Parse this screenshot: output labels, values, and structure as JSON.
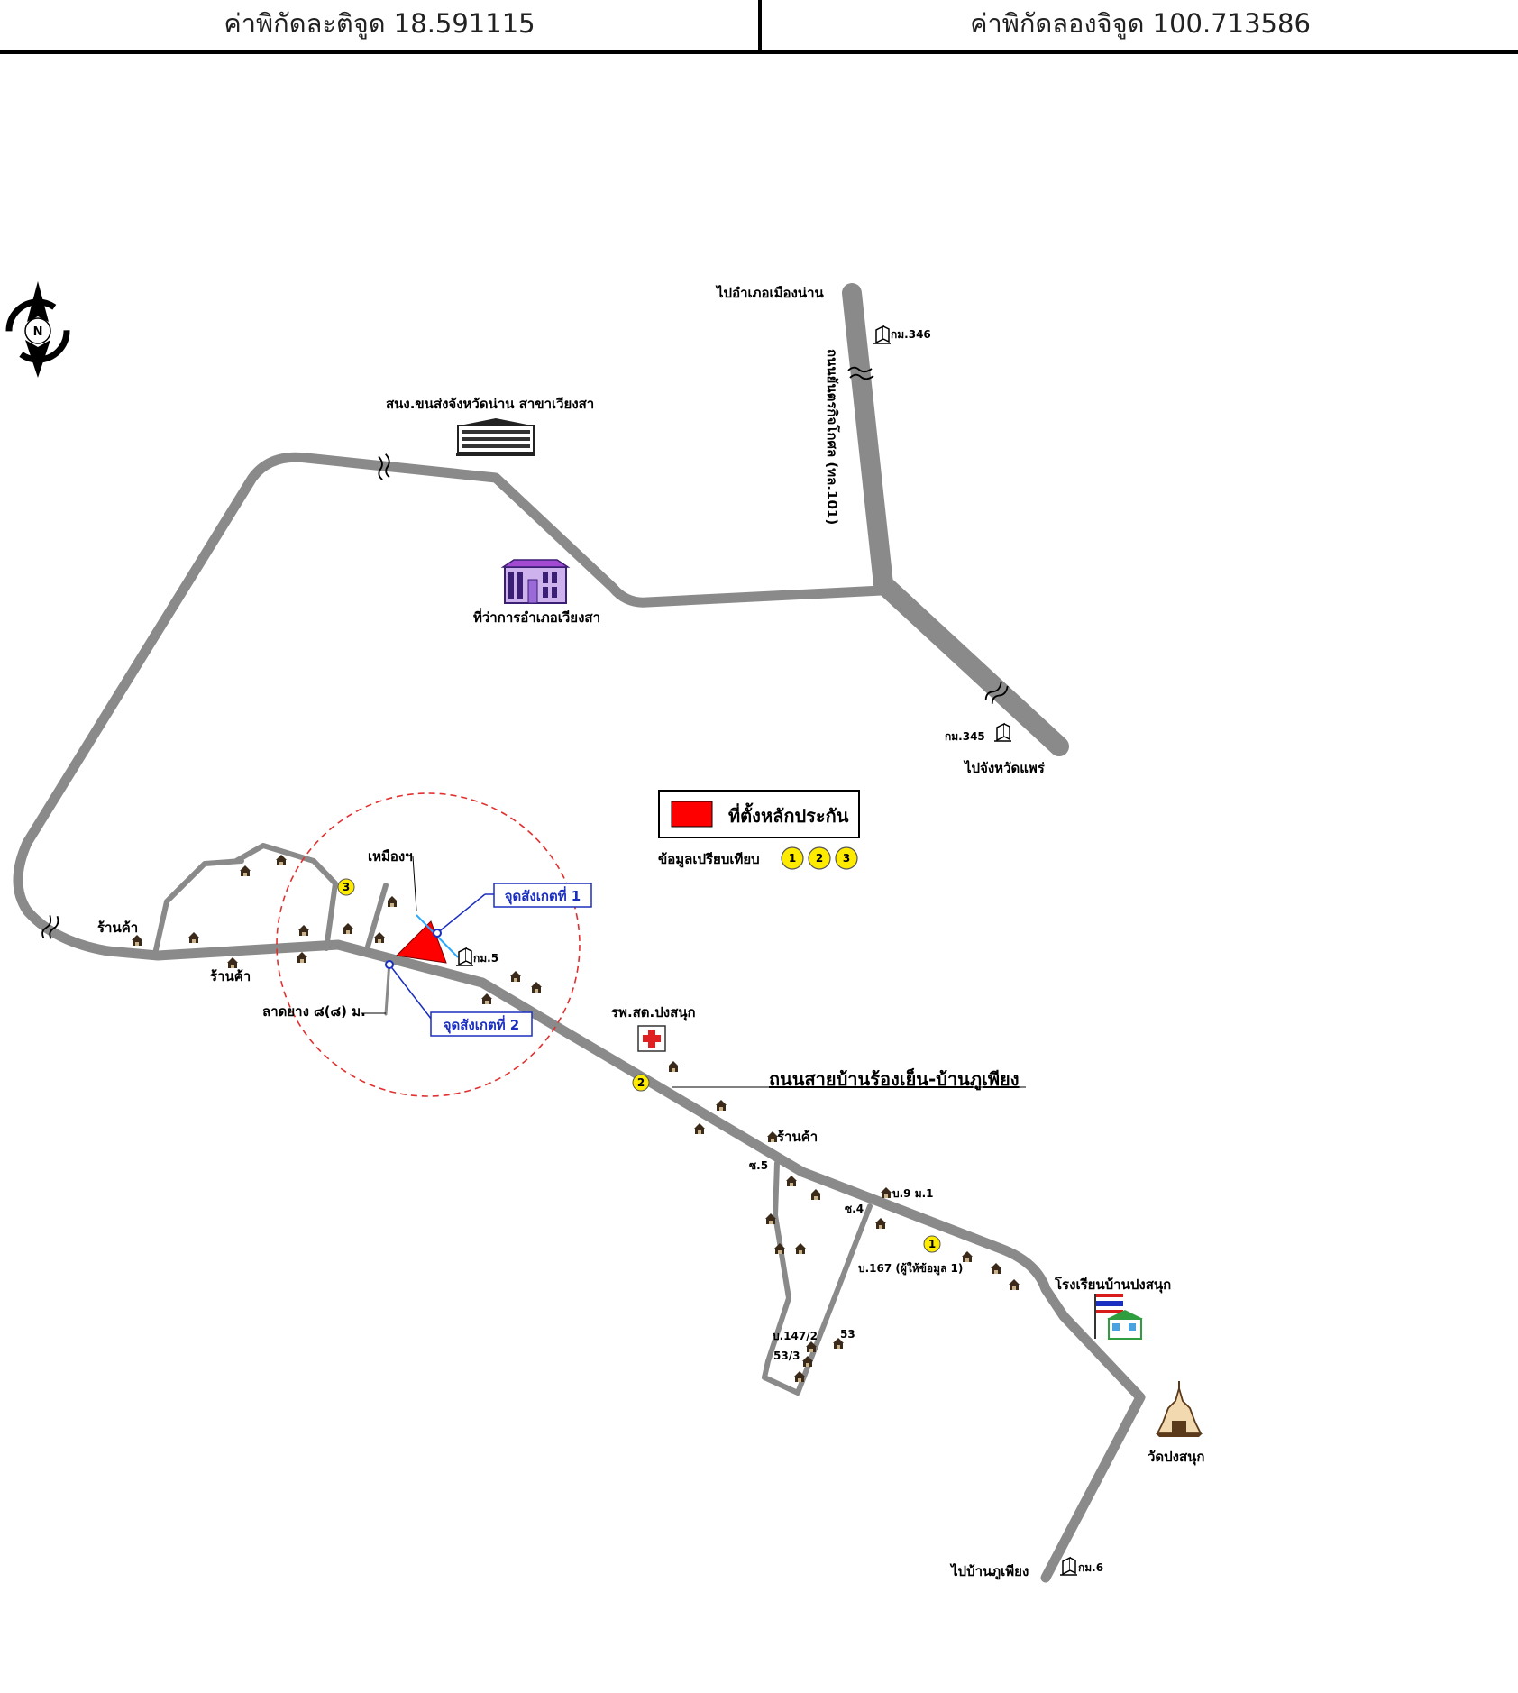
{
  "header": {
    "latitude_label": "ค่าพิกัดละติจูด 18.591115",
    "longitude_label": "ค่าพิกัดลองจิจูด 100.713586"
  },
  "compass": {
    "letter": "N"
  },
  "labels": {
    "to_nan": "ไปอำเภอเมืองน่าน",
    "km346": "กม.346",
    "highway": "ถนนยันตรกิจโกศล (ทล.101)",
    "transport_office": "สนง.ขนส่งจังหวัดน่าน สาขาเวียงสา",
    "district_office": "ที่ว่าการอำเภอเวียงสา",
    "km345": "กม.345",
    "to_phrae": "ไปจังหวัดแพร่",
    "shop1": "ร้านค้า",
    "shop2": "ร้านค้า",
    "shop3": "ร้านค้า",
    "mine": "เหมืองฯ",
    "obs1": "จุดสังเกตที่ 1",
    "obs2": "จุดสังเกตที่ 2",
    "km5": "กม.5",
    "paved": "ลาดยาง ๘(๘) ม.",
    "health": "รพ.สต.ปงสนุก",
    "road_name": "ถนนสายบ้านร้องเย็น-บ้านภูเพียง",
    "soi5": "ซ.5",
    "soi4": "ซ.4",
    "house9": "บ.9 ม.1",
    "house167": "บ.167 (ผู้ให้ข้อมูล 1)",
    "school": "โรงเรียนบ้านปงสนุก",
    "house147": "บ.147/2",
    "house53_3": "53/3",
    "house53": "53",
    "temple": "วัดปงสนุก",
    "to_phuphiang": "ไปบ้านภูเพียง",
    "km6": "กม.6"
  },
  "legend": {
    "site": "ที่ตั้งหลักประกัน",
    "compare": "ข้อมูลเปรียบเทียบ",
    "markers": [
      "1",
      "2",
      "3"
    ]
  },
  "markers": {
    "m1": "1",
    "m2": "2",
    "m3": "3"
  },
  "colors": {
    "road": "#8a8a8a",
    "site": "#ff0000",
    "marker": "#ffeb00",
    "radius": "#e03030",
    "callout": "#1a2fbf"
  }
}
